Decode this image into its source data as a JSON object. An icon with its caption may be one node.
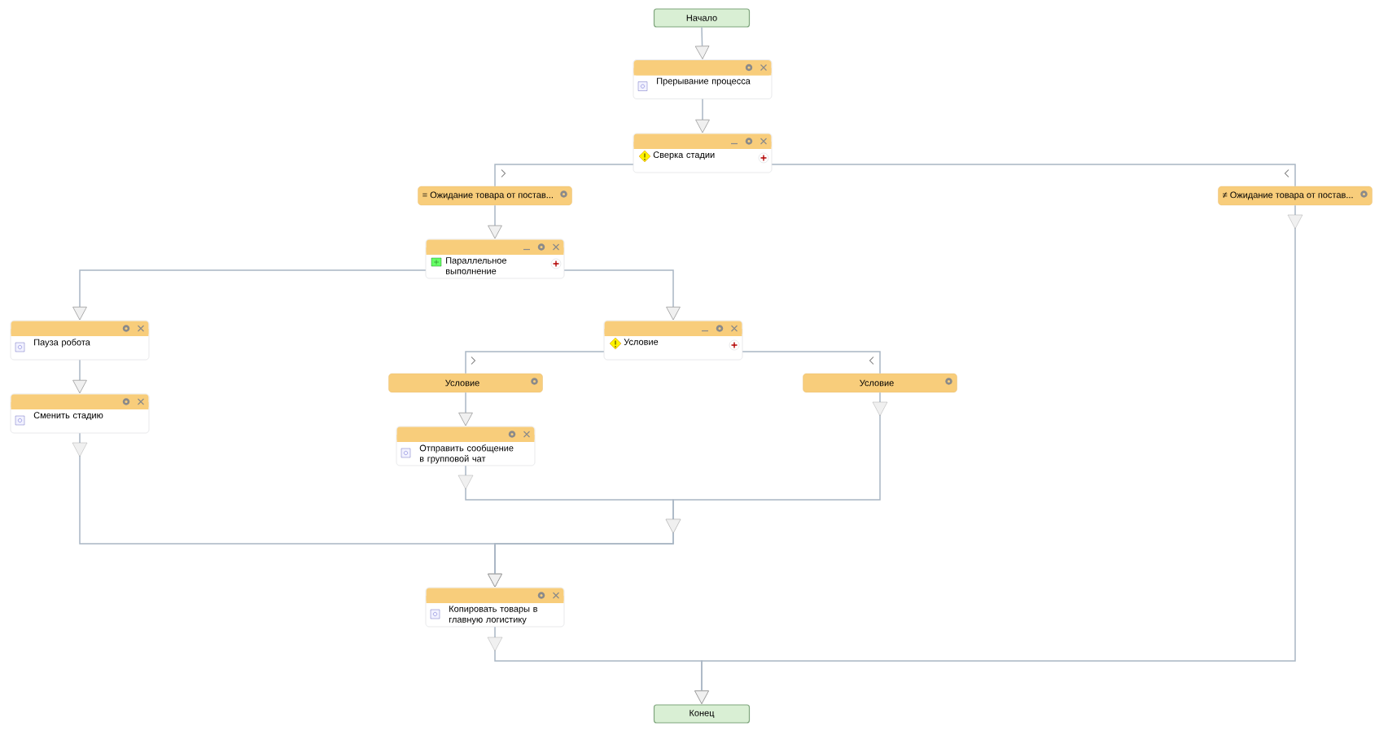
{
  "diagram": {
    "nodes": [
      {
        "text": [
          "Начало"
        ]
      },
      {
        "text": [
          "Прерывание процесса"
        ]
      },
      {
        "text": [
          "Сверка стадии"
        ]
      },
      {
        "text": [
          "= Ожидание товара от постав..."
        ]
      },
      {
        "text": [
          "≠ Ожидание товара от постав..."
        ]
      },
      {
        "text": [
          "Параллельное выполнение"
        ]
      },
      {
        "text": [
          "Пауза робота"
        ]
      },
      {
        "text": [
          "Сменить стадию"
        ]
      },
      {
        "text": [
          "Условие"
        ]
      },
      {
        "text": [
          "Условие"
        ]
      },
      {
        "text": [
          "Условие"
        ]
      },
      {
        "text": [
          "Отправить сообщение в групповой чат"
        ]
      },
      {
        "text": [
          "Копировать товары в главную логистику"
        ]
      },
      {
        "text": [
          "Конец"
        ]
      }
    ],
    "edges": [
      {
        "from": 0,
        "to": 1,
        "arrow": "to"
      },
      {
        "from": 1,
        "to": 2,
        "arrow": "to"
      },
      {
        "from": 2,
        "to": 3,
        "arrow": "none"
      },
      {
        "from": 2,
        "to": 4,
        "arrow": "none"
      },
      {
        "from": 3,
        "to": 5,
        "arrow": "to"
      },
      {
        "from": 5,
        "to": 6,
        "arrow": "to"
      },
      {
        "from": 5,
        "to": 8,
        "arrow": "to"
      },
      {
        "from": 6,
        "to": 7,
        "arrow": "to"
      },
      {
        "from": 8,
        "to": 9,
        "arrow": "none"
      },
      {
        "from": 8,
        "to": 10,
        "arrow": "none"
      },
      {
        "from": 9,
        "to": 11,
        "arrow": "to"
      },
      {
        "from": 11,
        "to": 12,
        "arrow": "to"
      },
      {
        "from": 10,
        "to": 12,
        "arrow": "to"
      },
      {
        "from": 7,
        "to": 12,
        "arrow": "to"
      },
      {
        "from": 12,
        "to": 13,
        "arrow": "to"
      },
      {
        "from": 4,
        "to": 13,
        "arrow": "to"
      }
    ]
  }
}
